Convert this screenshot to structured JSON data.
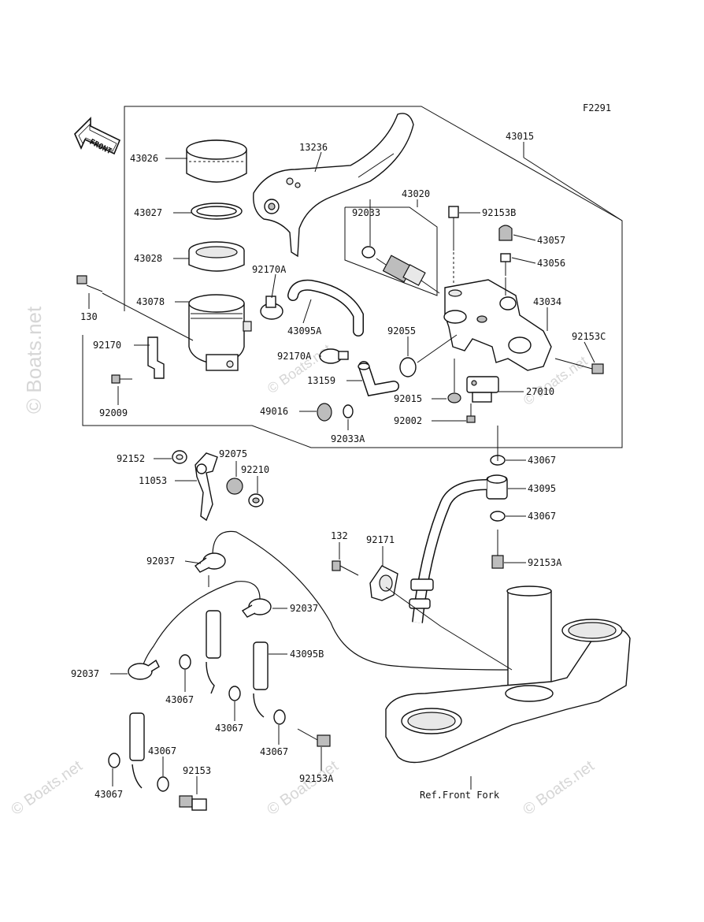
{
  "diagram_code": "F2291",
  "front_arrow_label": "FRONT",
  "watermarks": {
    "vertical": "© Boats.net",
    "small": "© Boats.net"
  },
  "parts": {
    "p43015": "43015",
    "p13236": "13236",
    "p43026": "43026",
    "p43027": "43027",
    "p43028": "43028",
    "p43078": "43078",
    "p92170A_1": "92170A",
    "p43095A": "43095A",
    "p130": "130",
    "p92170": "92170",
    "p92009": "92009",
    "p43020": "43020",
    "p92033": "92033",
    "p92153B": "92153B",
    "p43057": "43057",
    "p43056": "43056",
    "p43034": "43034",
    "p92153C": "92153C",
    "p92055": "92055",
    "p92170A_2": "92170A",
    "p13159": "13159",
    "p49016": "49016",
    "p92033A": "92033A",
    "p92015": "92015",
    "p27010": "27010",
    "p92002": "92002",
    "p92152": "92152",
    "p92075": "92075",
    "p92210": "92210",
    "p11053": "11053",
    "p43067_a": "43067",
    "p43095": "43095",
    "p43067_b": "43067",
    "p92153A_1": "92153A",
    "p132": "132",
    "p92171": "92171",
    "p92037_1": "92037",
    "p92037_2": "92037",
    "p43095B": "43095B",
    "p92037_3": "92037",
    "p43067_c": "43067",
    "p43067_d": "43067",
    "p43067_e": "43067",
    "p43067_f": "43067",
    "p43067_g": "43067",
    "p92153": "92153",
    "p92153A_2": "92153A",
    "ref_front_fork": "Ref.Front Fork"
  }
}
